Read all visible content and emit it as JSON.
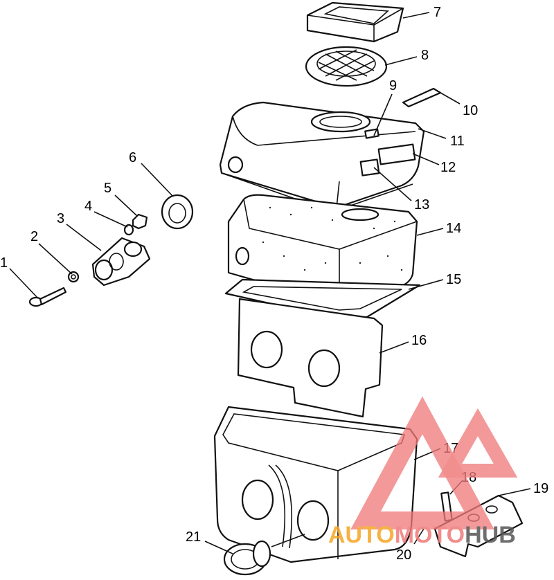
{
  "callouts": {
    "c1": "1",
    "c2": "2",
    "c3": "3",
    "c4": "4",
    "c5": "5",
    "c6": "6",
    "c7": "7",
    "c8": "8",
    "c9": "9",
    "c10": "10",
    "c11": "11",
    "c12": "12",
    "c13": "13",
    "c14": "14",
    "c15": "15",
    "c16": "16",
    "c17": "17",
    "c18": "18",
    "c19": "19",
    "c20": "20",
    "c21": "21"
  },
  "watermark": {
    "part1": "AUTO",
    "part2": "MOTO",
    "part3": "HUB",
    "color_orange": "#f5a623",
    "color_red": "#f07a7a",
    "color_gray": "#555555"
  }
}
